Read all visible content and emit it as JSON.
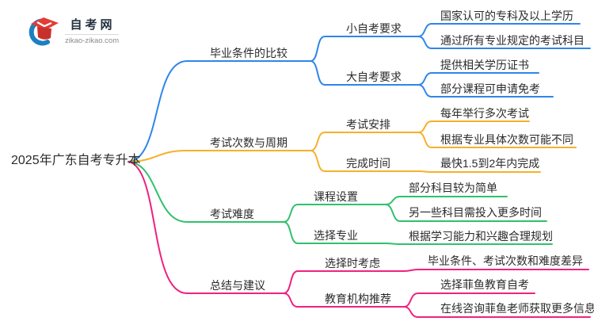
{
  "logo": {
    "title": "自考网",
    "url": "zikao-zikao.com"
  },
  "colors": {
    "blue": "#2e86e8",
    "orange": "#f6b02a",
    "green": "#2fc16c",
    "pink": "#f0217f",
    "text": "#2b2b2b",
    "logo_blue": "#1e7fc0",
    "logo_red": "#e23c36",
    "logo_red_dark": "#c9302c",
    "logo_text": "#24313f",
    "logo_url": "#8a8a8a"
  },
  "root": {
    "label": "2025年广东自考专升本"
  },
  "branches": [
    {
      "label": "毕业条件的比较",
      "color": "blue",
      "children": [
        {
          "label": "小自考要求",
          "children": [
            "国家认可的专科及以上学历",
            "通过所有专业规定的考试科目"
          ]
        },
        {
          "label": "大自考要求",
          "children": [
            "提供相关学历证书",
            "部分课程可申请免考"
          ]
        }
      ]
    },
    {
      "label": "考试次数与周期",
      "color": "orange",
      "children": [
        {
          "label": "考试安排",
          "children": [
            "每年举行多次考试",
            "根据专业具体次数可能不同"
          ]
        },
        {
          "label": "完成时间",
          "children": [
            "最快1.5到2年内完成"
          ]
        }
      ]
    },
    {
      "label": "考试难度",
      "color": "green",
      "children": [
        {
          "label": "课程设置",
          "children": [
            "部分科目较为简单",
            "另一些科目需投入更多时间"
          ]
        },
        {
          "label": "选择专业",
          "children": [
            "根据学习能力和兴趣合理规划"
          ]
        }
      ]
    },
    {
      "label": "总结与建议",
      "color": "pink",
      "children": [
        {
          "label": "选择时考虑",
          "children": [
            "毕业条件、考试次数和难度差异"
          ]
        },
        {
          "label": "教育机构推荐",
          "children": [
            "选择菲鱼教育自考",
            "在线咨询菲鱼老师获取更多信息"
          ]
        }
      ]
    }
  ]
}
